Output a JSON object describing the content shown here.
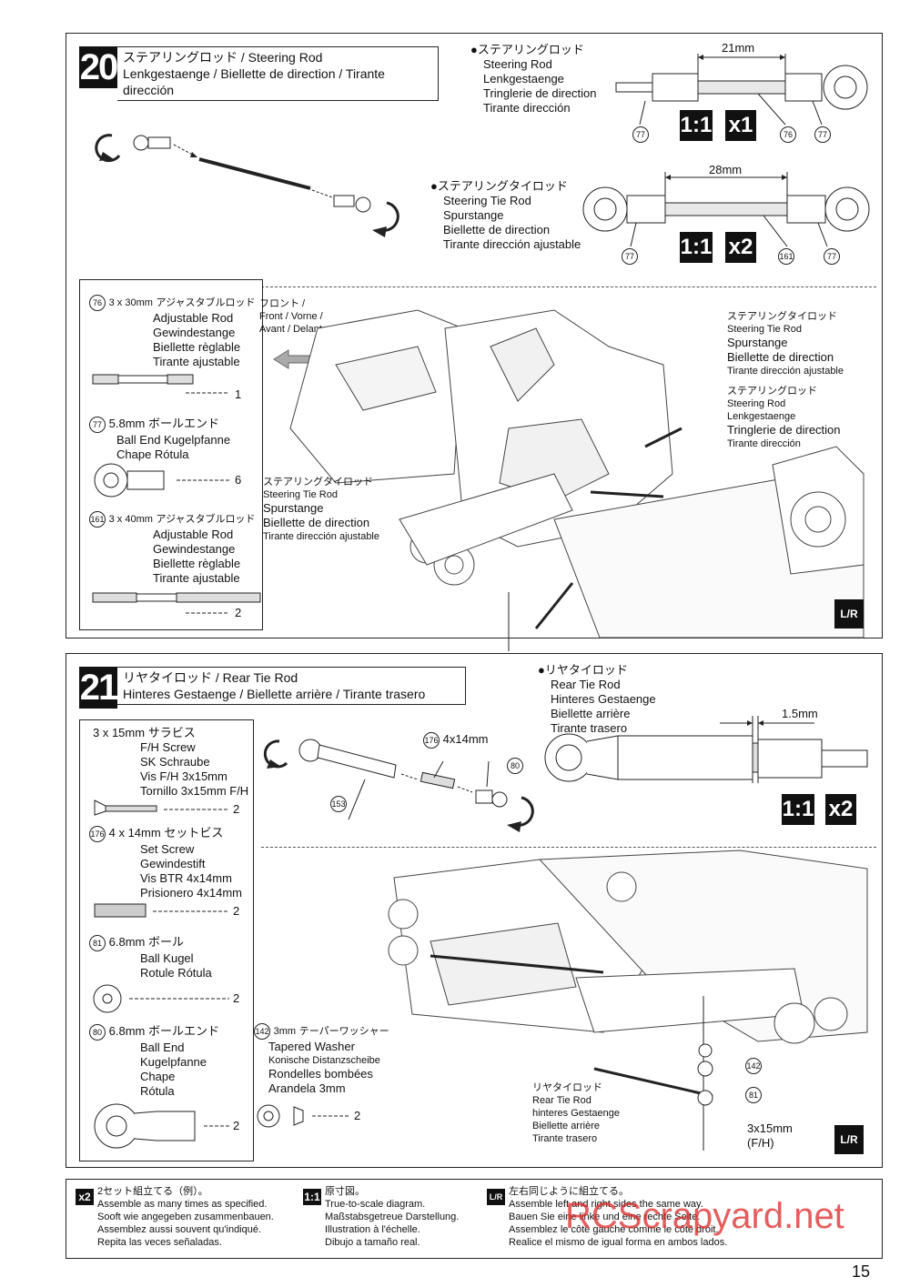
{
  "step20": {
    "number": "20",
    "title_jp": "ステアリングロッド",
    "title_en": "/ Steering Rod",
    "title_multi": "Lenkgestaenge / Biellette de direction / Tirante dirección",
    "steering_rod": {
      "jp": "●ステアリングロッド",
      "names": [
        "Steering Rod",
        "Lenkgestaenge",
        "Tringlerie de direction",
        "Tirante dirección"
      ],
      "dimension": "21mm",
      "scale": "1:1",
      "qty": "x1",
      "labels": [
        "77",
        "76",
        "77"
      ]
    },
    "tie_rod": {
      "jp": "●ステアリングタイロッド",
      "names": [
        "Steering Tie Rod",
        "Spurstange",
        "Biellette de direction",
        "Tirante dirección ajustable"
      ],
      "dimension": "28mm",
      "scale": "1:1",
      "qty": "x2",
      "labels": [
        "77",
        "161",
        "77"
      ]
    },
    "parts": [
      {
        "num": "76",
        "size": "3 x 30mm",
        "jp": "アジャスタブルロッド",
        "names": [
          "Adjustable Rod",
          "Gewindestange",
          "Biellette règlable",
          "Tirante ajustable"
        ],
        "qty": "1"
      },
      {
        "num": "77",
        "size": "5.8mm",
        "jp": "ボールエンド",
        "names": [
          "Ball End   Kugelpfanne",
          "Chape    Rótula"
        ],
        "qty": "6"
      },
      {
        "num": "161",
        "size": "3 x 40mm",
        "jp": "アジャスタブルロッド",
        "names": [
          "Adjustable Rod",
          "Gewindestange",
          "Biellette règlable",
          "Tirante ajustable"
        ],
        "qty": "2"
      }
    ],
    "front_label": [
      "フロント /",
      "Front / Vorne /",
      "Avant / Delantera"
    ],
    "callouts": {
      "right_tie": {
        "jp": "ステアリングタイロッド",
        "names": [
          "Steering Tie Rod",
          "Spurstange",
          "Biellette de direction",
          "Tirante dirección ajustable"
        ]
      },
      "right_rod": {
        "jp": "ステアリングロッド",
        "names": [
          "Steering Rod",
          "Lenkgestaenge",
          "Tringlerie de direction",
          "Tirante dirección"
        ]
      },
      "left_tie": {
        "jp": "ステアリングタイロッド",
        "names": [
          "Steering Tie Rod",
          "Spurstange",
          "Biellette de direction",
          "Tirante dirección ajustable"
        ]
      }
    },
    "lr": "L/R"
  },
  "step21": {
    "number": "21",
    "title_jp": "リヤタイロッド",
    "title_en": "/ Rear Tie Rod",
    "title_multi": "Hinteres Gestaenge / Biellette arrière / Tirante trasero",
    "rear_rod": {
      "jp": "●リヤタイロッド",
      "names": [
        "Rear Tie Rod",
        "Hinteres Gestaenge",
        "Biellette arrière",
        "Tirante trasero"
      ],
      "dimension": "1.5mm",
      "scale": "1:1",
      "qty": "x2"
    },
    "exploded": {
      "screw_label": "4x14mm",
      "labels": [
        "176",
        "80",
        "153"
      ]
    },
    "parts": [
      {
        "num": "",
        "size": "3 x 15mm",
        "jp": "サラビス",
        "names": [
          "F/H Screw",
          "SK Schraube",
          "Vis F/H 3x15mm",
          "Tornillo 3x15mm F/H"
        ],
        "qty": "2"
      },
      {
        "num": "176",
        "size": "4 x 14mm",
        "jp": "セットビス",
        "names": [
          "Set Screw",
          "Gewindestift",
          "Vis BTR 4x14mm",
          "Prisionero 4x14mm"
        ],
        "qty": "2"
      },
      {
        "num": "81",
        "size": "6.8mm",
        "jp": "ボール",
        "names": [
          "Ball   Kugel",
          "Rotule   Rótula"
        ],
        "qty": "2"
      },
      {
        "num": "80",
        "size": "6.8mm",
        "jp": "ボールエンド",
        "names": [
          "Ball End",
          "Kugelpfanne",
          "Chape",
          "Rótula"
        ],
        "qty": "2"
      },
      {
        "num": "142",
        "size": "3mm",
        "jp": "テーパーワッシャー",
        "names": [
          "Tapered Washer",
          "Konische Distanzscheibe",
          "Rondelles bombées",
          "Arandela 3mm"
        ],
        "qty": "2"
      }
    ],
    "callout": {
      "jp": "リヤタイロッド",
      "names": [
        "Rear Tie Rod",
        "hinteres Gestaenge",
        "Biellette arrière",
        "Tirante trasero"
      ]
    },
    "screw_callout": [
      "3x15mm",
      "(F/H)"
    ],
    "assembly_labels": [
      "142",
      "81"
    ],
    "lr": "L/R"
  },
  "legend": [
    {
      "badge": "x2",
      "lines": [
        "2セット組立てる（例）。",
        "Assemble as many times as specified.",
        "Sooft wie angegeben zusammenbauen.",
        "Assemblez aussi souvent qu'indiqué.",
        "Repita las veces señaladas."
      ]
    },
    {
      "badge": "1:1",
      "lines": [
        "原寸図。",
        "True-to-scale diagram.",
        "Maßstabsgetreue Darstellung.",
        "Illustration à l'échelle.",
        "Dibujo a tamaño real."
      ]
    },
    {
      "badge": "L/R",
      "lines": [
        "左右同じように組立てる。",
        "Assemble left and right sides the same way.",
        "Bauen Sie eine linke und eine rechte Seite.",
        "Assemblez le côté gauche comme le côté droit.",
        "Realice el mismo de igual forma en ambos lados."
      ]
    }
  ],
  "watermark": "RCScrapyard.net",
  "page_number": "15"
}
